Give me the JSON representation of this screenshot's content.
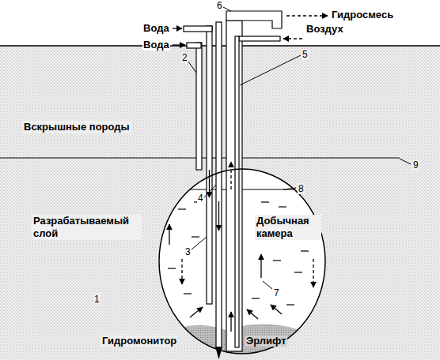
{
  "diagram": {
    "nodes": [
      {
        "text": [
          "Вскрышные породы"
        ]
      },
      {
        "text": [
          "Разрабатываемый слой"
        ]
      },
      {
        "text": [
          "Добычная камера"
        ],
        "in": 1
      }
    ],
    "labels": [
      "Вода",
      "Вода",
      "2",
      "6",
      "Гидросмесь",
      "Воздух",
      "5",
      "9",
      "8",
      "4",
      "3",
      "1",
      "7",
      "Гидромонитор",
      "Эрлифт"
    ]
  }
}
